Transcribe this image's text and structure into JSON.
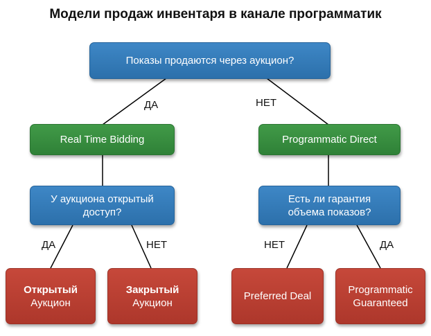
{
  "title": "Модели продаж инвентаря в канале программатик",
  "nodes": {
    "root": {
      "text": "Показы продаются через аукцион?"
    },
    "rtb": {
      "text": "Real Time Bidding"
    },
    "pd": {
      "text": "Programmatic Direct"
    },
    "open_q": {
      "line1": "У аукциона открытый",
      "line2": "доступ?"
    },
    "guarantee_q": {
      "line1": "Есть ли гарантия",
      "line2": "объема показов?"
    },
    "open_auction": {
      "line1": "Открытый",
      "line2": "Аукцион"
    },
    "closed_auction": {
      "line1": "Закрытый",
      "line2": "Аукцион"
    },
    "preferred_deal": {
      "text": "Preferred Deal"
    },
    "prog_guaranteed": {
      "line1": "Programmatic",
      "line2": "Guaranteed"
    }
  },
  "edge_labels": {
    "root_yes": "ДА",
    "root_no": "НЕТ",
    "open_yes": "ДА",
    "open_no": "НЕТ",
    "guarantee_no": "НЕТ",
    "guarantee_yes": "ДА"
  },
  "colors": {
    "question": "#2f76b4",
    "model": "#378d3f",
    "outcome": "#b83f31"
  }
}
